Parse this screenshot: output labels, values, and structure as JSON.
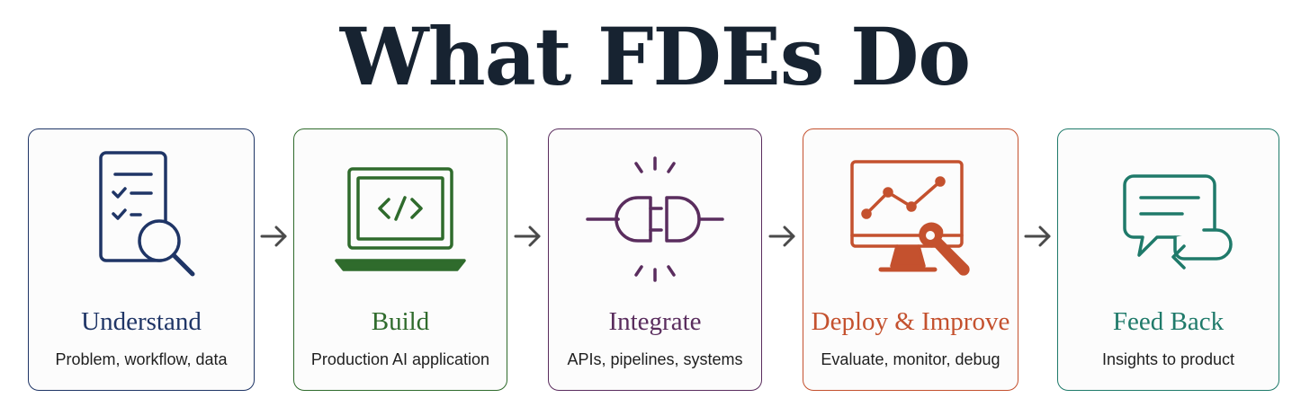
{
  "title": "What FDEs Do",
  "colors": {
    "title": "#172331",
    "arrow": "#4a4a4a"
  },
  "steps": [
    {
      "label": "Understand",
      "description": "Problem, workflow, data",
      "icon": "document-search-icon",
      "color": "#1f3566"
    },
    {
      "label": "Build",
      "description": "Production AI application",
      "icon": "laptop-code-icon",
      "color": "#2f6b2c"
    },
    {
      "label": "Integrate",
      "description": "APIs, pipelines, systems",
      "icon": "plug-connector-icon",
      "color": "#5a2d5e"
    },
    {
      "label": "Deploy & Improve",
      "description": "Evaluate, monitor, debug",
      "icon": "monitor-chart-wrench-icon",
      "color": "#c4512e"
    },
    {
      "label": "Feed Back",
      "description": "Insights to product",
      "icon": "chat-feedback-icon",
      "color": "#1f7a6a"
    }
  ]
}
